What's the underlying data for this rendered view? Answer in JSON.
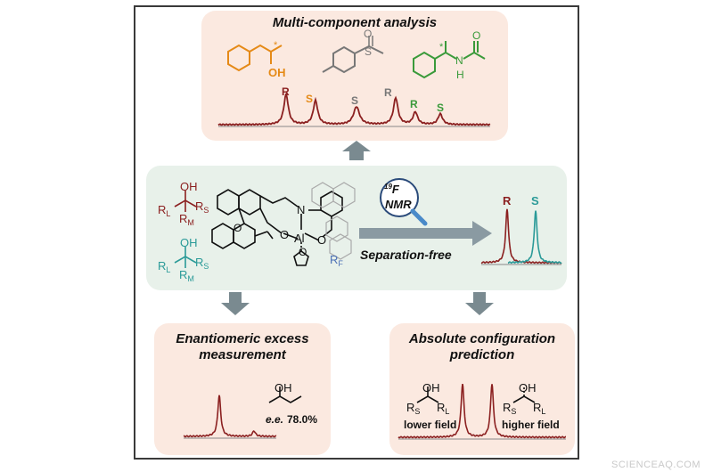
{
  "top": {
    "title": "Multi-component analysis",
    "peaks": [
      "R",
      "S",
      "S",
      "R",
      "R",
      "S"
    ],
    "oh": "OH",
    "o": "O",
    "s": "S",
    "nh": "N",
    "h": "H",
    "o2": "O",
    "star": "*"
  },
  "middle": {
    "rl": "R",
    "rl_sub": "L",
    "rs": "R",
    "rs_sub": "S",
    "rm": "R",
    "rm_sub": "M",
    "oh": "OH",
    "nmr_sup": "19",
    "nmr_f": "F",
    "nmr_text": "NMR",
    "separation": "Separation-free",
    "peak_r": "R",
    "peak_s": "S",
    "al": "Al",
    "n": "N",
    "o": "O",
    "rf": "R",
    "rf_sub": "F"
  },
  "bottom_left": {
    "title_line1": "Enantiomeric excess",
    "title_line2": "measurement",
    "ee_label": "e.e.",
    "ee_value": "78.0%",
    "oh": "OH"
  },
  "bottom_right": {
    "title_line1": "Absolute configuration",
    "title_line2": "prediction",
    "lower": "lower field",
    "higher": "higher field",
    "oh": "OH"
  },
  "watermark": "SCIENCEAQ.COM",
  "colors": {
    "dark_red": "#8b2020",
    "orange": "#e58a17",
    "gray": "#888888",
    "green": "#3a9a3a",
    "teal": "#2a9a98",
    "arrow": "#7a8a90"
  }
}
